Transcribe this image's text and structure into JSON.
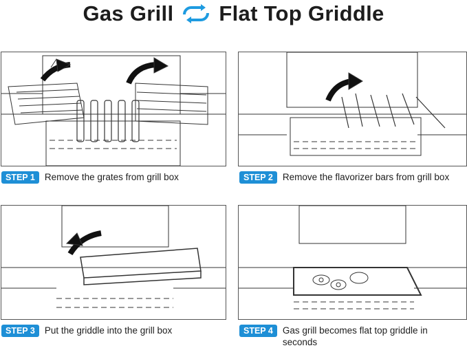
{
  "title": {
    "left": "Gas Grill",
    "right": "Flat Top Griddle",
    "icon": "swap-arrows-icon"
  },
  "accent_color": "#1e8fd6",
  "steps": [
    {
      "badge": "STEP 1",
      "text": "Remove the grates from grill box"
    },
    {
      "badge": "STEP 2",
      "text": "Remove the flavorizer bars from grill box"
    },
    {
      "badge": "STEP 3",
      "text": "Put the griddle into the grill box"
    },
    {
      "badge": "STEP 4",
      "text": "Gas grill becomes flat top griddle in seconds"
    }
  ]
}
